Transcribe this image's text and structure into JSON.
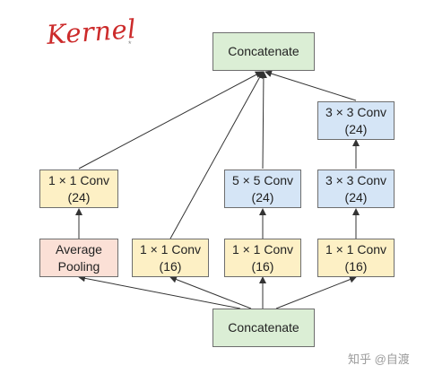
{
  "annotation": {
    "kernel_text": "Kernel"
  },
  "watermark": {
    "text": "知乎 @自渡"
  },
  "nodes": {
    "concat_top": {
      "line1": "Concatenate",
      "line2": ""
    },
    "avg_1x1": {
      "line1": "1 × 1 Conv",
      "line2": "(24)"
    },
    "avg_pool": {
      "line1": "Average",
      "line2": "Pooling"
    },
    "branch1_1x1": {
      "line1": "1 × 1 Conv",
      "line2": "(16)"
    },
    "branch2_1x1": {
      "line1": "1 × 1 Conv",
      "line2": "(16)"
    },
    "branch2_5x5": {
      "line1": "5 × 5 Conv",
      "line2": "(24)"
    },
    "branch3_1x1": {
      "line1": "1 × 1 Conv",
      "line2": "(16)"
    },
    "branch3_3x3a": {
      "line1": "3 × 3 Conv",
      "line2": "(24)"
    },
    "branch3_3x3b": {
      "line1": "3 × 3 Conv",
      "line2": "(24)"
    },
    "concat_bottom": {
      "line1": "Concatenate",
      "line2": ""
    }
  },
  "colors": {
    "green": "#dbeed5",
    "yellow": "#fdf0c5",
    "blue": "#d5e5f6",
    "pink": "#fbe0d6",
    "edge": "#333333"
  }
}
